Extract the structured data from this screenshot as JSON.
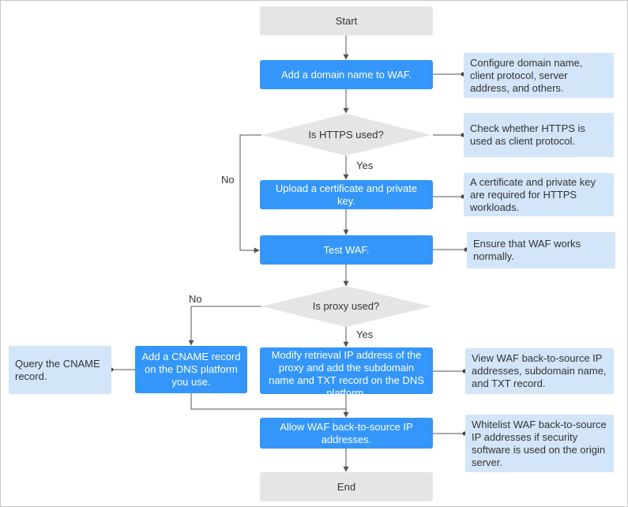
{
  "nodes": {
    "start": "Start",
    "add_domain": "Add a domain name to WAF.",
    "https_question": "Is HTTPS used?",
    "upload_cert": "Upload a certificate and private key.",
    "test_waf": "Test WAF.",
    "proxy_question": "Is proxy used?",
    "add_cname": "Add a CNAME record on the DNS platform you use.",
    "modify_ip": "Modify retrieval IP address of the proxy and add the subdomain name and TXT record on the DNS platform.",
    "allow_ip": "Allow WAF back-to-source IP addresses.",
    "end": "End"
  },
  "notes": {
    "configure_domain": "Configure domain name, client protocol, server address, and others.",
    "check_https": "Check whether HTTPS is used as client protocol.",
    "cert_required": "A certificate and private key are required for HTTPS workloads.",
    "ensure_works": "Ensure that WAF works normally.",
    "query_cname": "Query the CNAME record.",
    "view_addresses": "View WAF back-to-source IP addresses, subdomain name, and TXT record.",
    "whitelist": "Whitelist WAF back-to-source IP addresses if security software is used on the origin server."
  },
  "labels": {
    "yes_https": "Yes",
    "no_https": "No",
    "no_proxy": "No",
    "yes_proxy": "Yes"
  },
  "colors": {
    "process": "#3396f8",
    "terminal": "#e4e5e7",
    "note": "#d3e5f8",
    "decision": "#e4e5e7",
    "connector": "#555555"
  }
}
